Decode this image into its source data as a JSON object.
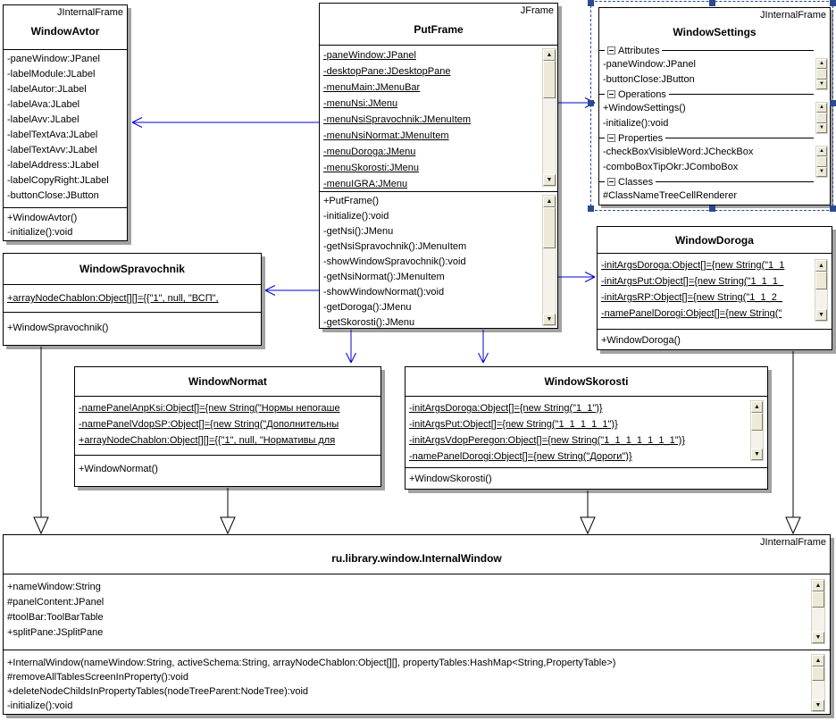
{
  "colors": {
    "connector_blue": "#0000d4",
    "selection_navy": "#2b4a8f",
    "shadow_gray": "#a2a2a2"
  },
  "classes": {
    "window_avtor": {
      "stereotype": "JInternalFrame",
      "name": "WindowAvtor",
      "attributes": [
        "-paneWindow:JPanel",
        "-labelModule:JLabel",
        "-labelAutor:JLabel",
        "-labelAva:JLabel",
        "-labelAvv:JLabel",
        "-labelTextAva:JLabel",
        "-labelTextAvv:JLabel",
        "-labelAddress:JLabel",
        "-labelCopyRight:JLabel",
        "-buttonClose:JButton"
      ],
      "methods": [
        "+WindowAvtor()",
        "-initialize():void"
      ]
    },
    "put_frame": {
      "stereotype": "JFrame",
      "name": "PutFrame",
      "attributes": [
        "-paneWindow:JPanel",
        "-desktopPane:JDesktopPane",
        "-menuMain:JMenuBar",
        "-menuNsi:JMenu",
        "-menuNsiSpravochnik:JMenuItem",
        "-menuNsiNormat:JMenuItem",
        "-menuDoroga:JMenu",
        "-menuSkorosti:JMenu",
        "-menuIGRA:JMenu"
      ],
      "methods": [
        "+PutFrame()",
        "-initialize():void",
        "-getNsi():JMenu",
        "-getNsiSpravochnik():JMenuItem",
        "-showWindowSpravochnik():void",
        "-getNsiNormat():JMenuItem",
        "-showWindowNormat():void",
        "-getDoroga():JMenu",
        "-getSkorosti():JMenu"
      ]
    },
    "window_settings": {
      "stereotype": "JInternalFrame",
      "name": "WindowSettings",
      "sections": [
        {
          "label": "Attributes",
          "items": [
            "-paneWindow:JPanel",
            "-buttonClose:JButton"
          ]
        },
        {
          "label": "Operations",
          "items": [
            "+WindowSettings()",
            "-initialize():void"
          ]
        },
        {
          "label": "Properties",
          "items": [
            "-checkBoxVisibleWord:JCheckBox",
            "-comboBoxTipOkr:JComboBox"
          ]
        },
        {
          "label": "Classes",
          "items": [
            "#ClassNameTreeCellRenderer"
          ]
        }
      ]
    },
    "window_doroga": {
      "name": "WindowDoroga",
      "attributes": [
        "-initArgsDoroga:Object[]={new String(\"1_1",
        "-initArgsPut:Object[]={new String(\"1_1_1_",
        "-initArgsRP:Object[]={new String(\"1_1_2_",
        "-namePanelDorogi:Object[]={new String(\""
      ],
      "methods": [
        "+WindowDoroga()"
      ]
    },
    "window_spravochnik": {
      "name": "WindowSpravochnik",
      "attributes": [
        "+arrayNodeChablon:Object[][]={{\"1\", null, \"ВСП\","
      ],
      "methods": [
        "+WindowSpravochnik()"
      ]
    },
    "window_normat": {
      "name": "WindowNormat",
      "attributes": [
        "-namePanelAnpKsi:Object[]={new String(\"Нормы непогаше",
        "-namePanelVdopSP:Object[]={new String(\"Дополнительны",
        "+arrayNodeChablon:Object[][]={{\"1\", null, \"Нормативы для"
      ],
      "methods": [
        "+WindowNormat()"
      ]
    },
    "window_skorosti": {
      "name": "WindowSkorosti",
      "attributes": [
        "-initArgsDoroga:Object[]={new String(\"1_1\")}",
        "-initArgsPut:Object[]={new String(\"1_1_1_1_1\")}",
        "-initArgsVdopPeregon:Object[]={new String(\"1_1_1_1_1_1_1\")}",
        "-namePanelDorogi:Object[]={new String(\"Дороги\")}"
      ],
      "methods": [
        "+WindowSkorosti()"
      ]
    },
    "internal_window": {
      "stereotype": "JInternalFrame",
      "name": "ru.library.window.InternalWindow",
      "attributes": [
        "+nameWindow:String",
        "#panelContent:JPanel",
        "#toolBar:ToolBarTable",
        "+splitPane:JSplitPane"
      ],
      "methods": [
        "+InternalWindow(nameWindow:String, activeSchema:String, arrayNodeChablon:Object[][], propertyTables:HashMap<String,PropertyTable>)",
        "#removeAllTablesScreenInProperty():void",
        "+deleteNodeChildsInPropertyTables(nodeTreeParent:NodeTree):void",
        "-initialize():void"
      ]
    }
  },
  "icons": {
    "scroll_up": "▲",
    "scroll_down": "▼"
  }
}
